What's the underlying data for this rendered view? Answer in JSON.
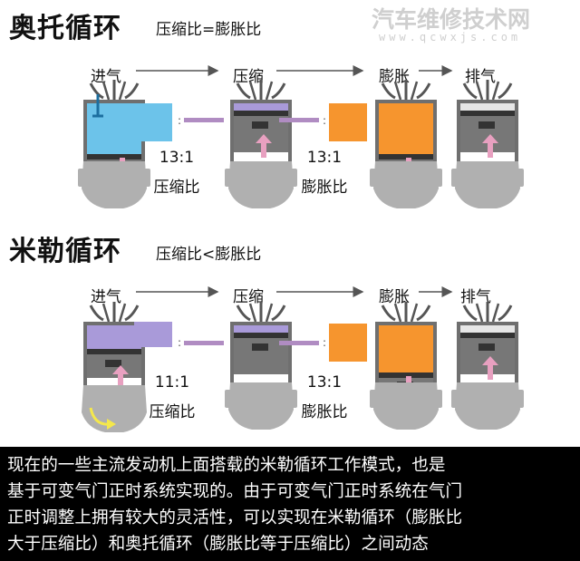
{
  "watermark": {
    "site_name": "汽车维修技术网",
    "url": "www.qcwxjs.com"
  },
  "otto": {
    "title": "奥托循环",
    "subtitle": "压缩比=膨胀比",
    "stages": [
      "进气",
      "压缩",
      "膨胀",
      "排气"
    ],
    "compression_ratio": "13:1",
    "compression_label": "压缩比",
    "expansion_ratio": "13:1",
    "expansion_label": "膨胀比"
  },
  "miller": {
    "title": "米勒循环",
    "subtitle": "压缩比<膨胀比",
    "stages": [
      "进气",
      "压缩",
      "膨胀",
      "排气"
    ],
    "compression_ratio": "11:1",
    "compression_label": "压缩比",
    "expansion_ratio": "13:1",
    "expansion_label": "膨胀比"
  },
  "colors": {
    "otto_intake": "#6cc3ea",
    "miller_intake": "#a99ad9",
    "expansion": "#f6952e",
    "piston_pink": "#e8a0c0",
    "cylinder_gray": "#6f6f6f",
    "crank_gray": "#b0b0b0",
    "dash_purple": "#b08cc2"
  },
  "caption": {
    "lines": [
      "现在的一些主流发动机上面搭载的米勒循环工作模式，也是",
      "基于可变气门正时系统实现的。由于可变气门正时系统在气门",
      "正时调整上拥有较大的灵活性，可以实现在米勒循环（膨胀比",
      "大于压缩比）和奥托循环（膨胀比等于压缩比）之间动态"
    ]
  }
}
